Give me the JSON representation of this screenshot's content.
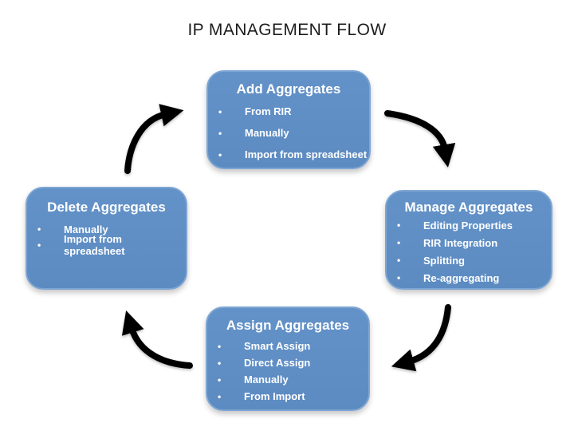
{
  "title": "IP MANAGEMENT FLOW",
  "colors": {
    "background": "#ffffff",
    "box_fill": "#5c8bc2",
    "box_border": "#7ea6d3",
    "box_text": "#ffffff",
    "arrow": "#000000",
    "title_text": "#1c1c1c"
  },
  "icons": {
    "bullet": "•"
  },
  "flow": {
    "nodes": [
      {
        "title": "Add Aggregates",
        "items": [
          "From RIR",
          "Manually",
          "Import from spreadsheet"
        ]
      },
      {
        "title": "Manage Aggregates",
        "items": [
          "Editing Properties",
          "RIR Integration",
          "Splitting",
          "Re-aggregating"
        ]
      },
      {
        "title": "Assign Aggregates",
        "items": [
          "Smart Assign",
          "Direct Assign",
          "Manually",
          "From Import"
        ]
      },
      {
        "title": "Delete Aggregates",
        "items": [
          "Manually",
          "Import from spreadsheet"
        ]
      }
    ],
    "edges": [
      {
        "from": "Add Aggregates",
        "to": "Manage Aggregates"
      },
      {
        "from": "Manage Aggregates",
        "to": "Assign Aggregates"
      },
      {
        "from": "Assign Aggregates",
        "to": "Delete Aggregates"
      },
      {
        "from": "Delete Aggregates",
        "to": "Add Aggregates"
      }
    ]
  }
}
